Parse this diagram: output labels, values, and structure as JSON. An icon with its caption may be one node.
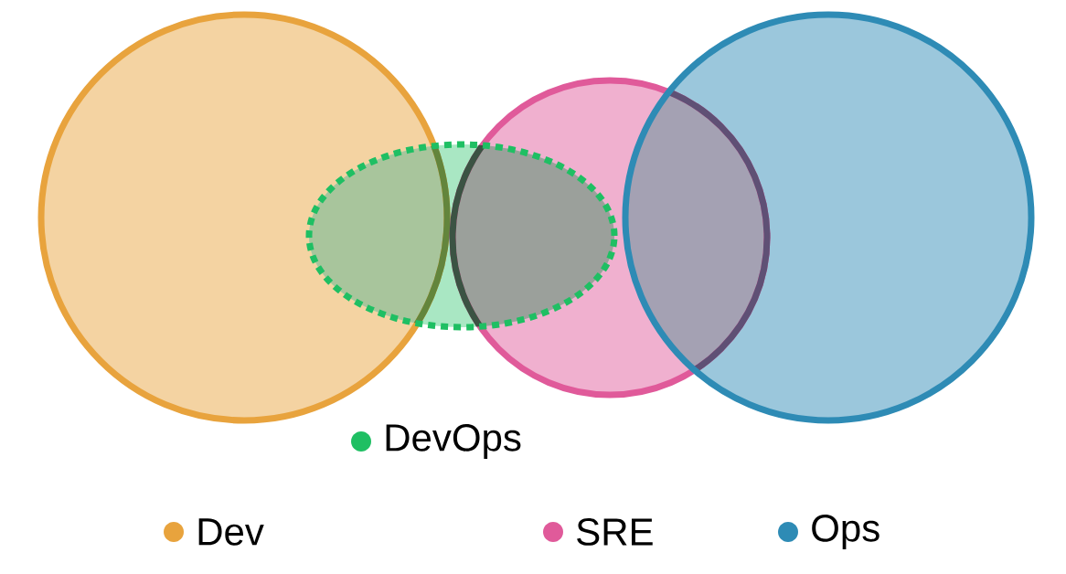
{
  "diagram": {
    "legend": [
      {
        "text": "DevOps",
        "color": "#1fbf63"
      },
      {
        "text": "Dev",
        "color": "#e8a33d"
      },
      {
        "text": "SRE",
        "color": "#e05a9a"
      },
      {
        "text": "Ops",
        "color": "#2e8bb5"
      }
    ]
  }
}
